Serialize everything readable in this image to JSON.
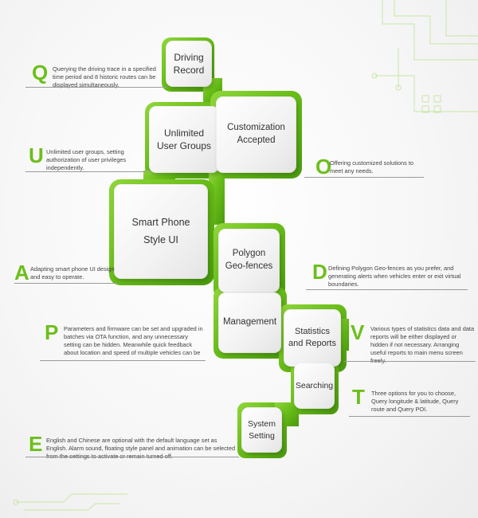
{
  "tiles": [
    {
      "id": "driving-record",
      "label": "Driving\nRecord"
    },
    {
      "id": "unlimited-user-groups",
      "label": "Unlimited\nUser Groups"
    },
    {
      "id": "customization-accepted",
      "label": "Customization\nAccepted"
    },
    {
      "id": "smart-phone-style-ui",
      "label": "Smart Phone\nStyle UI"
    },
    {
      "id": "polygon-geo-fences",
      "label": "Polygon\nGeo-fences"
    },
    {
      "id": "management",
      "label": "Management"
    },
    {
      "id": "statistics-and-reports",
      "label": "Statistics\nand Reports"
    },
    {
      "id": "searching",
      "label": "Searching"
    },
    {
      "id": "system-setting",
      "label": "System\nSetting"
    }
  ],
  "notes": [
    {
      "id": "q",
      "letter": "Q",
      "text": "Querying the driving trace in a specified time period and 8 historic routes can be displayed simultaneously."
    },
    {
      "id": "u",
      "letter": "U",
      "text": "Unlimited user groups, setting authorization of user privileges independently."
    },
    {
      "id": "o",
      "letter": "O",
      "text": "Offering customized solutions to meet any needs."
    },
    {
      "id": "a",
      "letter": "A",
      "text": "Adapting smart phone UI design and easy to operate."
    },
    {
      "id": "d",
      "letter": "D",
      "text": "Defining Polygon Geo-fences as you prefer, and generating alerts when vehicles enter or exit virtual boundaries."
    },
    {
      "id": "p",
      "letter": "P",
      "text": "Parameters and firmware can be set and upgraded in batches via OTA function, and any unnecessary setting can be hidden. Meanwhile quick feedback about location and speed of multiple vehicles can be"
    },
    {
      "id": "v",
      "letter": "V",
      "text": "Various types of statistics data and data reports will be either displayed or hidden if not necessary. Arranging useful reports to main menu screen freely."
    },
    {
      "id": "t",
      "letter": "T",
      "text": "Three options for you to choose, Query longitude & latitude, Query route and Query POI."
    },
    {
      "id": "e",
      "letter": "E",
      "text": "English and Chinese are optional with the default language set as English. Alarm sound, floating style panel and animation can be selected from the settings to activate or remain turned off."
    }
  ],
  "colors": {
    "accent": "#6cbf1a",
    "accent_dark": "#4a9a0e",
    "text": "#444444",
    "tile_text": "#333333"
  }
}
